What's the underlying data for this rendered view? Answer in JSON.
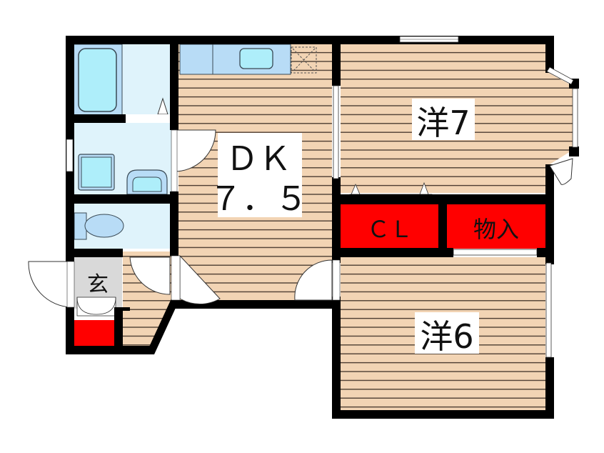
{
  "floorplan": {
    "rooms": {
      "dk": {
        "name": "ＤＫ",
        "size": "7.5",
        "size_label": "７．５"
      },
      "western_7": {
        "label": "洋7"
      },
      "western_6": {
        "label": "洋6"
      },
      "closet": {
        "label": "ＣＬ"
      },
      "storage": {
        "label": "物入"
      },
      "entrance": {
        "label": "玄"
      }
    },
    "colors": {
      "wall": "#000000",
      "floor_wood": "#f2d4b4",
      "floor_line": "#4a3b30",
      "wet_area": "#dff3fb",
      "fixture_blue": "#b8dcf6",
      "fixture_cyan": "#aeeefa",
      "storage_red": "#ff0000",
      "entrance_gray": "#d9d9d9"
    }
  }
}
